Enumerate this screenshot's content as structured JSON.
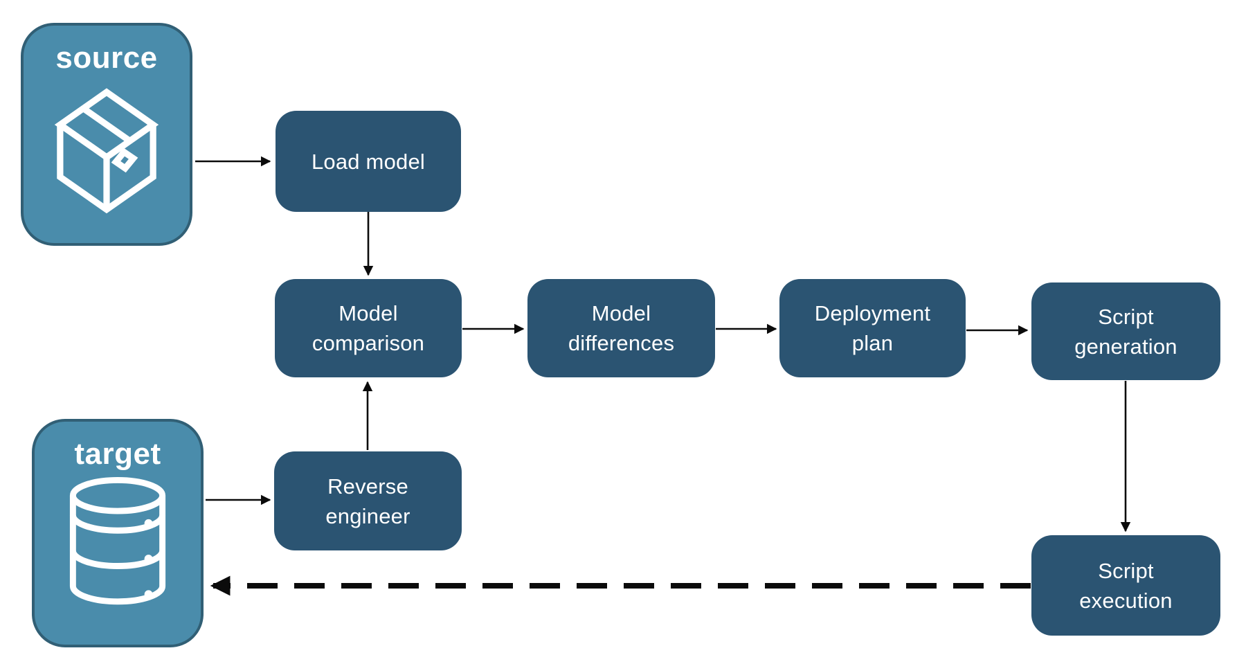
{
  "diagram_type": "flowchart",
  "colors": {
    "entity_fill": "#4A8CAB",
    "entity_border": "#315F75",
    "process_fill": "#2B5472",
    "label_text": "#FFFFFF",
    "connector": "#0B0B0B",
    "background": "#FFFFFF"
  },
  "nodes": {
    "source": {
      "label": "source",
      "icon": "package-icon",
      "shape": "entity"
    },
    "target": {
      "label": "target",
      "icon": "database-icon",
      "shape": "entity"
    },
    "load_model": {
      "label": "Load model",
      "shape": "process"
    },
    "model_comparison": {
      "label": "Model comparison",
      "shape": "process"
    },
    "model_differences": {
      "label": "Model differences",
      "shape": "process"
    },
    "deployment_plan": {
      "label": "Deployment plan",
      "shape": "process"
    },
    "script_generation": {
      "label": "Script generation",
      "shape": "process"
    },
    "reverse_engineer": {
      "label": "Reverse engineer",
      "shape": "process"
    },
    "script_execution": {
      "label": "Script execution",
      "shape": "process"
    }
  },
  "edges": [
    {
      "from": "source",
      "to": "load_model",
      "style": "solid"
    },
    {
      "from": "load_model",
      "to": "model_comparison",
      "style": "solid"
    },
    {
      "from": "model_comparison",
      "to": "model_differences",
      "style": "solid"
    },
    {
      "from": "model_differences",
      "to": "deployment_plan",
      "style": "solid"
    },
    {
      "from": "deployment_plan",
      "to": "script_generation",
      "style": "solid"
    },
    {
      "from": "script_generation",
      "to": "script_execution",
      "style": "solid"
    },
    {
      "from": "target",
      "to": "reverse_engineer",
      "style": "solid"
    },
    {
      "from": "reverse_engineer",
      "to": "model_comparison",
      "style": "solid"
    },
    {
      "from": "script_execution",
      "to": "target",
      "style": "dashed"
    }
  ]
}
